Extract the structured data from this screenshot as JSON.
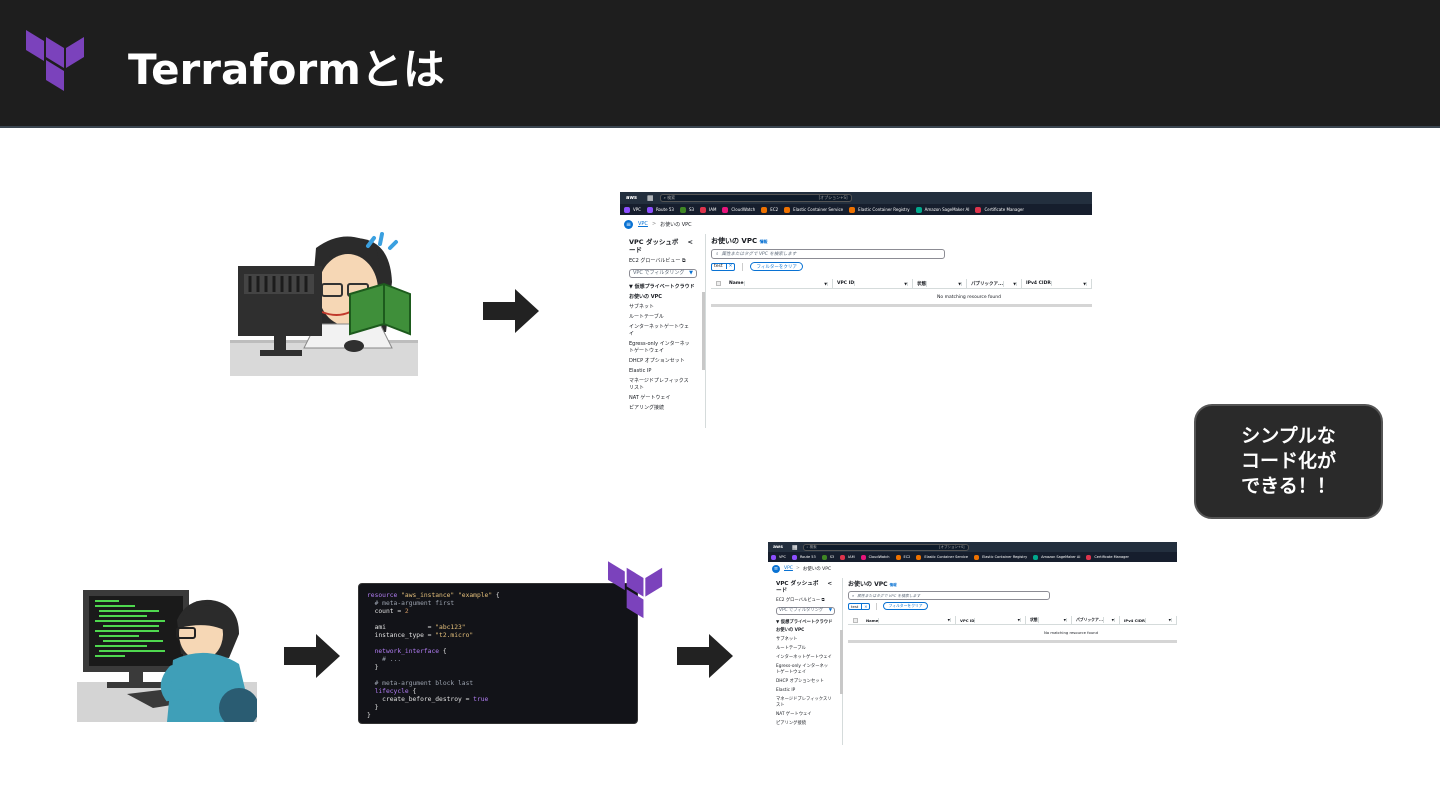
{
  "slide": {
    "title": "Terraformとは",
    "callout": "シンプルな\nコード化が\nできる！！"
  },
  "colors": {
    "header_bg": "#1e1e1e",
    "terraform_purple": "#7b42bc",
    "aws_nav": "#232f3e",
    "link_blue": "#0972d3"
  },
  "console": {
    "search_placeholder": "検索",
    "search_shortcut": "[オプション+S]",
    "favorites": [
      {
        "label": "VPC",
        "color": "#8c4fff"
      },
      {
        "label": "Route 53",
        "color": "#8c4fff"
      },
      {
        "label": "S3",
        "color": "#3f8624"
      },
      {
        "label": "IAM",
        "color": "#dd344c"
      },
      {
        "label": "CloudWatch",
        "color": "#e7157b"
      },
      {
        "label": "EC2",
        "color": "#ed7100"
      },
      {
        "label": "Elastic Container Service",
        "color": "#ed7100"
      },
      {
        "label": "Elastic Container Registry",
        "color": "#ed7100"
      },
      {
        "label": "Amazon SageMaker AI",
        "color": "#01a88d"
      },
      {
        "label": "Certificate Manager",
        "color": "#dd344c"
      }
    ],
    "breadcrumb": {
      "root": "VPC",
      "separator": ">",
      "current": "お使いの VPC"
    },
    "sidebar": {
      "title": "VPC ダッシュボード",
      "collapse": "<",
      "ec2_global_view": "EC2 グローバルビュー",
      "filter_select": "VPC でフィルタリング",
      "section": "▼ 仮想プライベートクラウド",
      "items": [
        "お使いの VPC",
        "サブネット",
        "ルートテーブル",
        "インターネットゲートウェイ",
        "Egress-only インターネットゲートウェイ",
        "DHCP オプションセット",
        "Elastic IP",
        "マネージドプレフィックスリスト",
        "NAT ゲートウェイ",
        "ピアリング接続"
      ]
    },
    "main": {
      "heading": "お使いの VPC",
      "info": "情報",
      "search_placeholder": "属性またはタグで VPC を検索します",
      "filter_token": "test",
      "filter_token_close": "✕",
      "clear_filters": "フィルターをクリア",
      "columns": [
        "Name",
        "VPC ID",
        "状態",
        "パブリックア...",
        "IPv4 CIDR"
      ],
      "empty_message": "No matching resource found"
    }
  },
  "code": {
    "lines": [
      [
        {
          "t": "resource ",
          "c": "k"
        },
        {
          "t": "\"aws_instance\" \"example\"",
          "c": "s"
        },
        {
          "t": " {",
          "c": ""
        }
      ],
      [
        {
          "t": "  # meta-argument first",
          "c": "c"
        }
      ],
      [
        {
          "t": "  count = ",
          "c": ""
        },
        {
          "t": "2",
          "c": "n"
        }
      ],
      [
        {
          "t": "",
          "c": ""
        }
      ],
      [
        {
          "t": "  ami           = ",
          "c": ""
        },
        {
          "t": "\"abc123\"",
          "c": "s"
        }
      ],
      [
        {
          "t": "  instance_type = ",
          "c": ""
        },
        {
          "t": "\"t2.micro\"",
          "c": "s"
        }
      ],
      [
        {
          "t": "",
          "c": ""
        }
      ],
      [
        {
          "t": "  network_interface",
          "c": "v"
        },
        {
          "t": " {",
          "c": ""
        }
      ],
      [
        {
          "t": "    # ...",
          "c": "c"
        }
      ],
      [
        {
          "t": "  }",
          "c": ""
        }
      ],
      [
        {
          "t": "",
          "c": ""
        }
      ],
      [
        {
          "t": "  # meta-argument block last",
          "c": "c"
        }
      ],
      [
        {
          "t": "  lifecycle",
          "c": "v"
        },
        {
          "t": " {",
          "c": ""
        }
      ],
      [
        {
          "t": "    create_before_destroy = ",
          "c": ""
        },
        {
          "t": "true",
          "c": "k"
        }
      ],
      [
        {
          "t": "  }",
          "c": ""
        }
      ],
      [
        {
          "t": "}",
          "c": ""
        }
      ]
    ]
  }
}
